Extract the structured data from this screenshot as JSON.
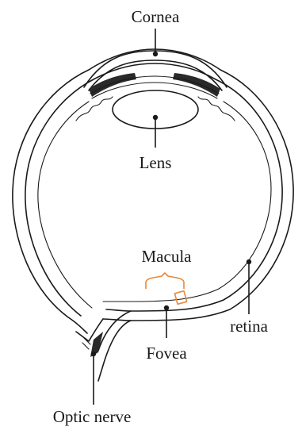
{
  "labels": {
    "cornea": "Cornea",
    "lens": "Lens",
    "macula": "Macula",
    "retina": "retina",
    "fovea": "Fovea",
    "optic_nerve": "Optic nerve"
  },
  "colors": {
    "line": "#1a1a1a",
    "macula_highlight": "#e8893a",
    "background": "#ffffff"
  }
}
